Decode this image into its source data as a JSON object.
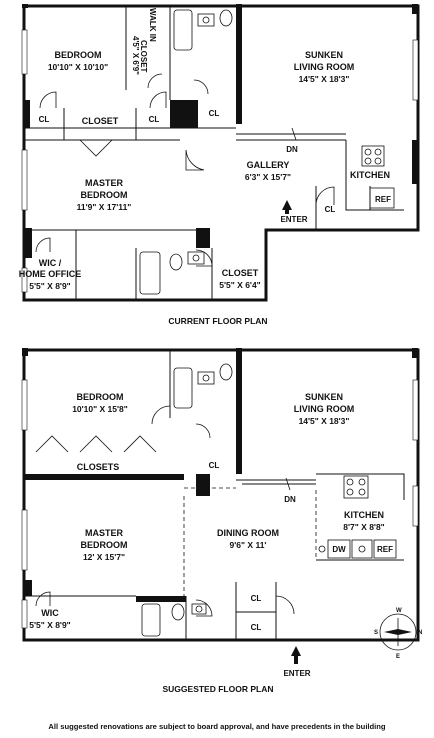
{
  "current_plan": {
    "caption": "CURRENT FLOOR PLAN",
    "bedroom": {
      "name": "BEDROOM",
      "dim": "10'10\" X 10'10\""
    },
    "walk_in_closet": {
      "name_line1": "WALK IN",
      "name_line2": "CLOSET",
      "dim": "4'5\" X 6'9\""
    },
    "living": {
      "name_line1": "SUNKEN",
      "name_line2": "LIVING ROOM",
      "dim": "14'5\" X 18'3\""
    },
    "cl_left": "CL",
    "closet": "CLOSET",
    "cl_mid": "CL",
    "cl_bath": "CL",
    "dn": "DN",
    "gallery": {
      "name": "GALLERY",
      "dim": "6'3\" X 15'7\""
    },
    "kitchen": "KITCHEN",
    "master": {
      "name_line1": "MASTER",
      "name_line2": "BEDROOM",
      "dim": "11'9\" X 17'11\""
    },
    "enter": "ENTER",
    "cl_entry": "CL",
    "ref": "REF",
    "wic_office": {
      "name_line1": "WIC /",
      "name_line2": "HOME OFFICE",
      "dim": "5'5\" X 8'9\""
    },
    "closet2": {
      "name": "CLOSET",
      "dim": "5'5\" X 6'4\""
    }
  },
  "suggested_plan": {
    "caption": "SUGGESTED FLOOR PLAN",
    "bedroom": {
      "name": "BEDROOM",
      "dim": "10'10\" X 15'8\""
    },
    "living": {
      "name_line1": "SUNKEN",
      "name_line2": "LIVING ROOM",
      "dim": "14'5\" X 18'3\""
    },
    "closets": "CLOSETS",
    "cl_bath": "CL",
    "dn": "DN",
    "kitchen": {
      "name": "KITCHEN",
      "dim": "8'7\" X 8'8\""
    },
    "master": {
      "name_line1": "MASTER",
      "name_line2": "BEDROOM",
      "dim": "12' X 15'7\""
    },
    "dining": {
      "name": "DINING ROOM",
      "dim": "9'6\" X 11'"
    },
    "dw": "DW",
    "ref": "REF",
    "wic": {
      "name": "WIC",
      "dim": "5'5\" X 8'9\""
    },
    "cl_a": "CL",
    "cl_b": "CL",
    "enter": "ENTER"
  },
  "compass": {
    "n": "N",
    "s": "S",
    "e": "E",
    "w": "W"
  },
  "disclaimer": "All suggested renovations are subject to board approval, and have precedents in the building"
}
